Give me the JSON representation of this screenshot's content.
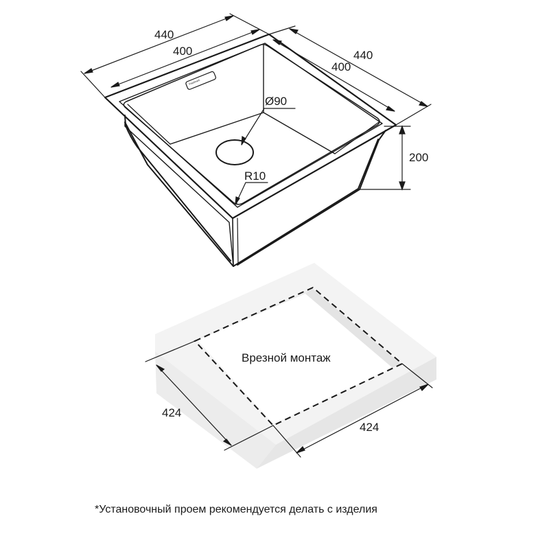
{
  "sink_drawing": {
    "outer_width_top": "440",
    "inner_width_top": "400",
    "outer_width_side": "440",
    "inner_width_side": "400",
    "depth": "200",
    "drain_diameter": "Ø90",
    "corner_radius": "R10",
    "logo_text": "Paulmark"
  },
  "cutout_drawing": {
    "caption": "Врезной монтаж",
    "cutout_width_left": "424",
    "cutout_width_right": "424"
  },
  "footnote": "*Установочный проем рекомендуется делать с изделия",
  "colors": {
    "line": "#1a1a1a",
    "countertop_fill": "#f3f3f3",
    "countertop_edge": "#dcdcdc"
  }
}
